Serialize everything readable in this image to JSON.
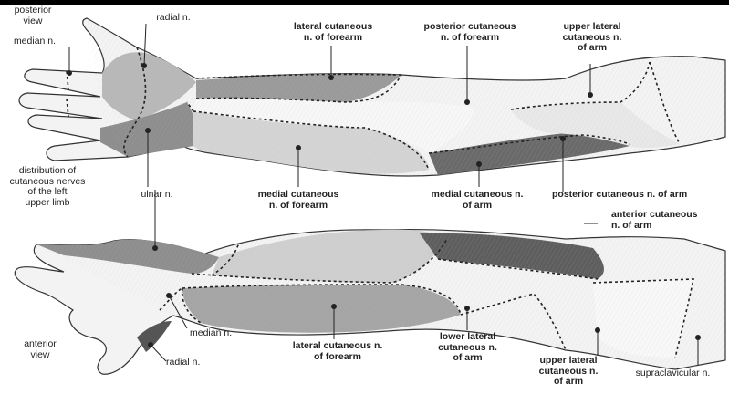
{
  "labels": {
    "posterior_view": "posterior\nview",
    "median_top": "median n.",
    "radial_top": "radial n.",
    "lateral_cut_forearm_top": "lateral cutaneous\nn. of forearm",
    "posterior_cut_forearm": "posterior cutaneous\nn. of forearm",
    "upper_lateral_top": "upper lateral\ncutaneous n.\nof arm",
    "distribution": "distribution of\ncutaneous nerves\nof the left\nupper limb",
    "ulnar": "ulnar n.",
    "medial_cut_forearm": "medial cutaneous\nn. of forearm",
    "medial_cut_arm": "medial cutaneous n.\nof arm",
    "posterior_cut_arm": "posterior cutaneous n. of arm",
    "anterior_cut_arm": "anterior cutaneous\nn. of arm",
    "median_bottom": "median n.",
    "anterior_view": "anterior\nview",
    "radial_bottom": "radial n.",
    "lateral_cut_forearm_bottom": "lateral cutaneous n.\nof forearm",
    "lower_lateral": "lower lateral\ncutaneous n.\nof arm",
    "upper_lateral_bottom": "upper lateral\ncutaneous n.\nof arm",
    "supraclavicular": "supraclavicular n."
  },
  "colors": {
    "skin": "#f2f2f2",
    "light_zone": "#d9d9d9",
    "mid_zone": "#a8a8a8",
    "dark_zone": "#6e6e6e",
    "outline": "#333333"
  }
}
